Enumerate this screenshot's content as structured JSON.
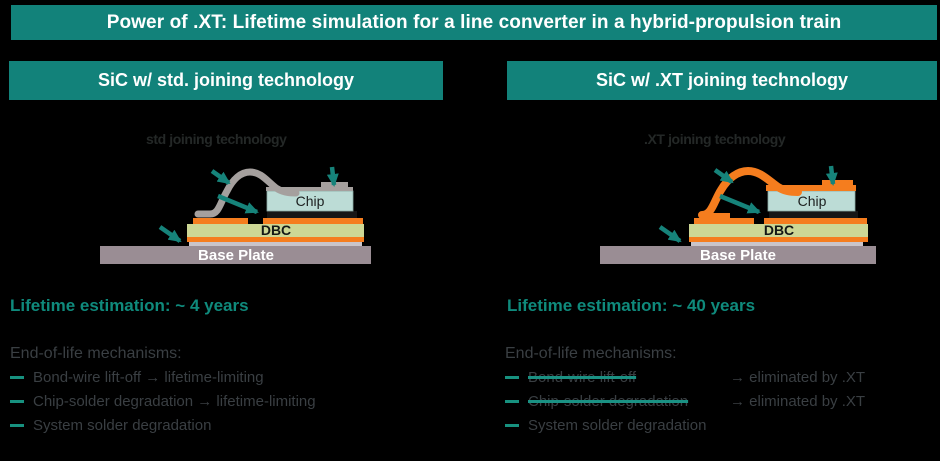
{
  "title": "Power of .XT: Lifetime simulation for a line converter in a hybrid-propulsion train",
  "colors": {
    "header_bar_teal": "#12827A",
    "accent_teal_text": "#0F8A7C",
    "arrow_teal": "#16837A",
    "orange_xt": "#F57D1E",
    "wire_std_gray": "#A5A09E",
    "dbc_green": "#CDD795",
    "chip_cyan": "#BCDCD6",
    "chip_solder_black": "#161616",
    "system_solder_gray": "#C9C4CA",
    "base_plate_gray": "#9A8D94"
  },
  "left_panel": {
    "header": "SiC w/ std. joining technology",
    "diagram": {
      "label": "std joining technology",
      "chip": "Chip",
      "dbc": "DBC",
      "base_plate": "Base Plate"
    },
    "lifetime": "Lifetime estimation: ~ 4 years",
    "mechanisms_title": "End-of-life mechanisms:",
    "bullets": [
      {
        "text": "Bond-wire lift-off → lifetime-limiting",
        "struck": false,
        "suffix": ""
      },
      {
        "text": "Chip-solder degradation → lifetime-limiting",
        "struck": false,
        "suffix": ""
      },
      {
        "text": "System solder degradation",
        "struck": false,
        "suffix": ""
      }
    ]
  },
  "right_panel": {
    "header": "SiC w/ .XT joining technology",
    "diagram": {
      "label": ".XT joining technology",
      "chip": "Chip",
      "dbc": "DBC",
      "base_plate": "Base Plate"
    },
    "lifetime": "Lifetime estimation: ~ 40 years",
    "mechanisms_title": "End-of-life mechanisms:",
    "bullets": [
      {
        "text": "Bond-wire lift-off",
        "struck": true,
        "suffix": "→ eliminated by .XT"
      },
      {
        "text": "Chip-solder degradation",
        "struck": true,
        "suffix": "→ eliminated by .XT"
      },
      {
        "text": "System solder degradation",
        "struck": false,
        "suffix": ""
      }
    ]
  }
}
